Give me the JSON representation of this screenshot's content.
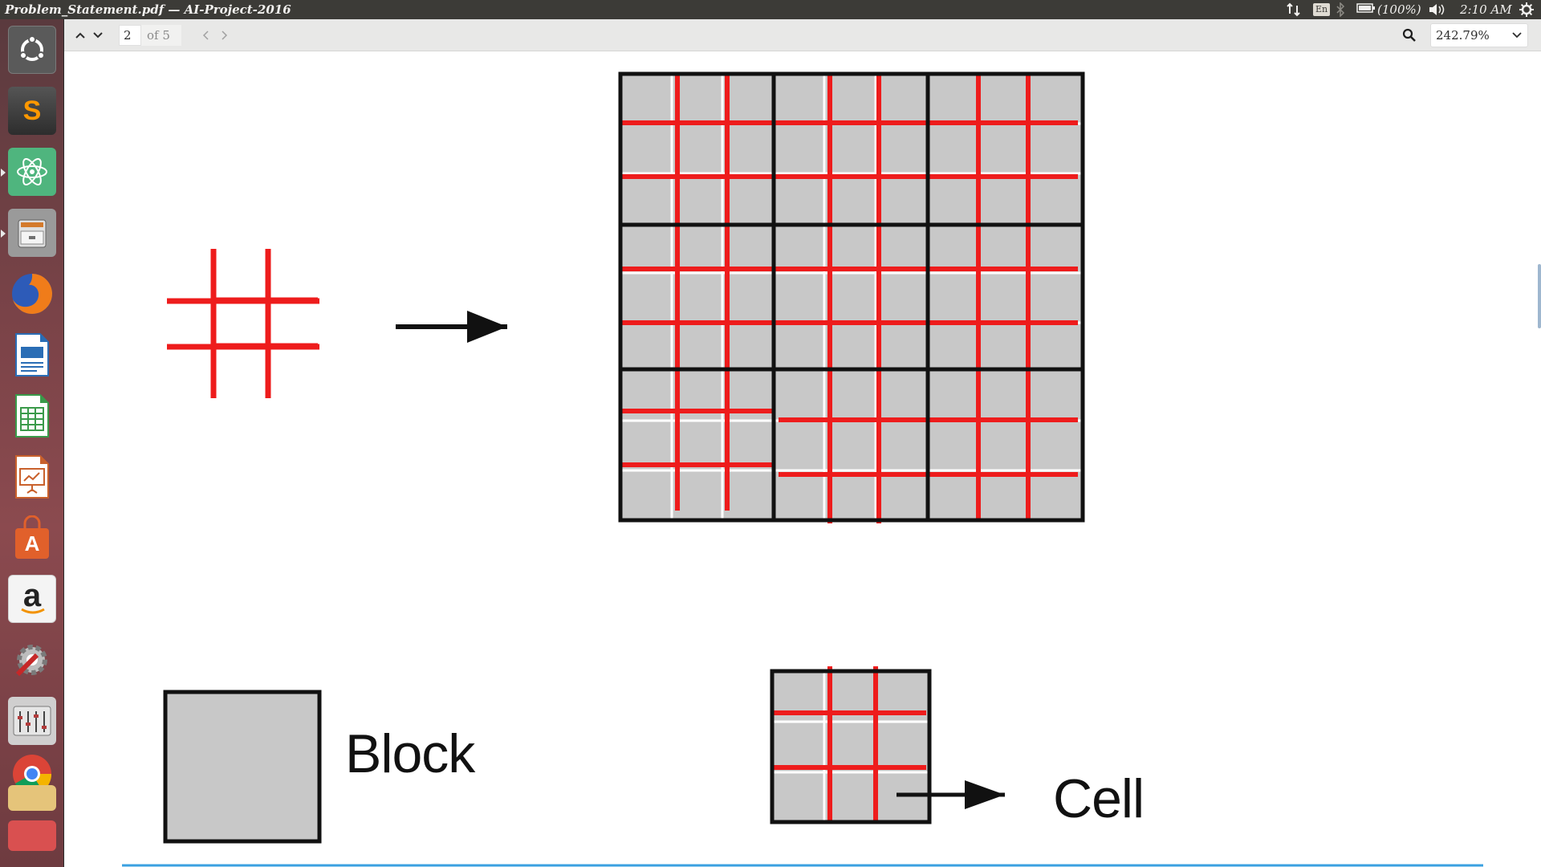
{
  "window": {
    "title": "Problem_Statement.pdf — AI-Project-2016"
  },
  "tray": {
    "keyboard_layout": "En",
    "battery_text": "(100%)",
    "clock": "2:10 AM",
    "icons": [
      "network-arrows-icon",
      "bluetooth-icon",
      "battery-icon",
      "volume-icon",
      "gear-icon"
    ]
  },
  "launcher": {
    "items": [
      {
        "name": "ubuntu-dash",
        "icon": "ubuntu-logo-icon",
        "color": "#4d4d4d"
      },
      {
        "name": "sublime-text",
        "icon": "sublime-icon",
        "color": "#3a3a3a"
      },
      {
        "name": "atom",
        "icon": "atom-icon",
        "color": "#4fb57e"
      },
      {
        "name": "files",
        "icon": "file-cabinet-icon",
        "color": "#8c8c8c"
      },
      {
        "name": "firefox",
        "icon": "firefox-icon",
        "color": "#e66000"
      },
      {
        "name": "writer",
        "icon": "writer-icon",
        "color": "#2a6db5"
      },
      {
        "name": "calc",
        "icon": "calc-icon",
        "color": "#3a9a4a"
      },
      {
        "name": "impress",
        "icon": "impress-icon",
        "color": "#c9612c"
      },
      {
        "name": "software-center",
        "icon": "shopping-bag-icon",
        "color": "#e1602b"
      },
      {
        "name": "amazon",
        "icon": "amazon-icon",
        "color": "#f5f5f5"
      },
      {
        "name": "system-settings",
        "icon": "settings-icon",
        "color": "#9e9e9e"
      },
      {
        "name": "mixer",
        "icon": "mixer-icon",
        "color": "#bdbdbd"
      },
      {
        "name": "chrome",
        "icon": "chrome-icon",
        "color": "#e8e8e8"
      },
      {
        "name": "launcher-extra-1",
        "icon": "app-icon",
        "color": "#e5c47a"
      },
      {
        "name": "launcher-extra-2",
        "icon": "app-icon",
        "color": "#d95050"
      }
    ],
    "sublime_glyph": "S",
    "amazon_glyph": "a",
    "store_glyph": "A"
  },
  "toolbar": {
    "page_current": "2",
    "page_total_label": "of 5",
    "zoom": "242.79%"
  },
  "document": {
    "label_block": "Block",
    "label_cell": "Cell",
    "colors": {
      "grid_red": "#ee1c1c",
      "block_fill": "#c8c8c8",
      "outline": "#111111",
      "rule": "#3aa0e0"
    }
  }
}
